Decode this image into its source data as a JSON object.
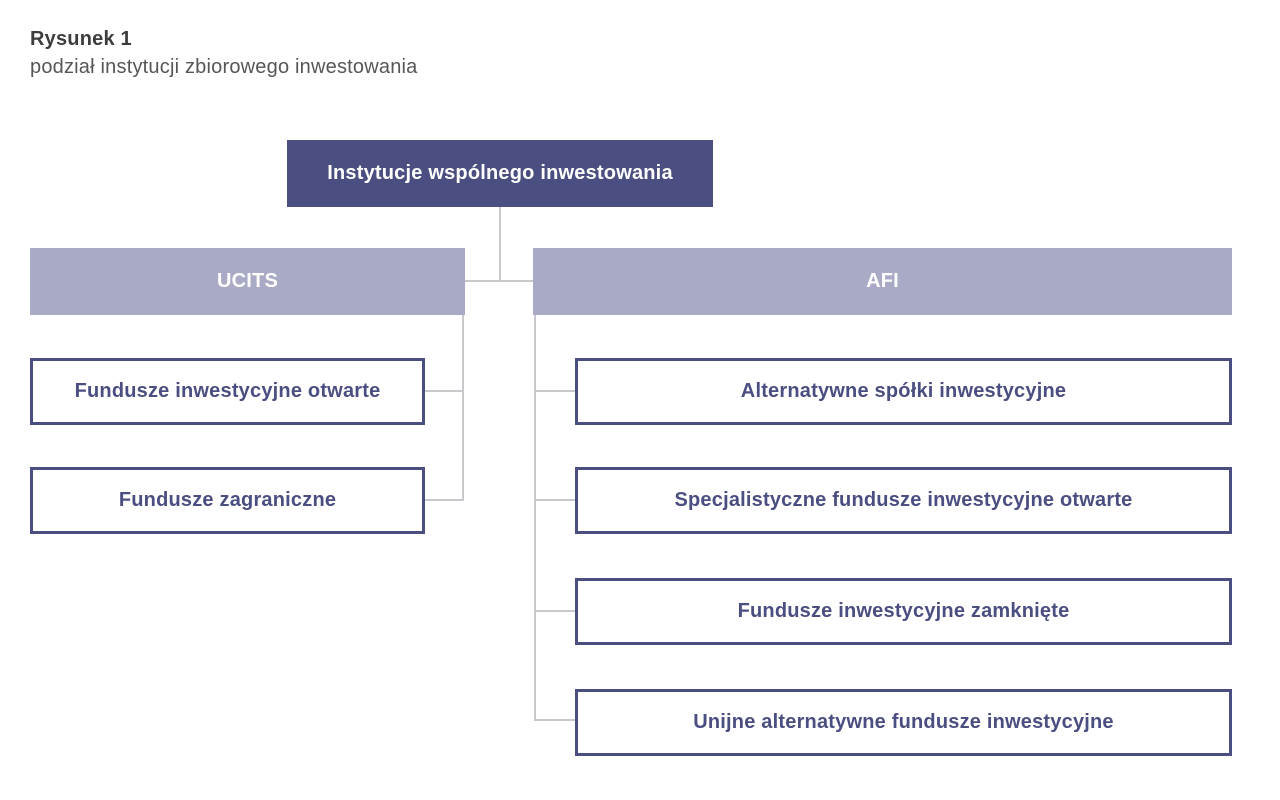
{
  "figure": {
    "label": "Rysunek 1",
    "caption": "podział instytucji zbiorowego inwestowania"
  },
  "colors": {
    "root_background": "#4b4e80",
    "branch_background": "#a9aac6",
    "leaf_border": "#4b4e80",
    "leaf_text": "#4b4e80",
    "connector": "#c8c8cd",
    "text_on_fill": "#ffffff",
    "caption_title": "#3d3d3f",
    "caption_subtitle": "#565658"
  },
  "chart_data": {
    "type": "hierarchy-diagram",
    "title": "Rysunek 1 — podział instytucji zbiorowego inwestowania",
    "root": {
      "label": "Instytucje wspólnego inwestowania"
    },
    "branches": [
      {
        "label": "UCITS",
        "children": [
          "Fundusze inwestycyjne otwarte",
          "Fundusze zagraniczne"
        ]
      },
      {
        "label": "AFI",
        "children": [
          "Alternatywne spółki inwestycyjne",
          "Specjalistyczne fundusze inwestycyjne otwarte",
          "Fundusze inwestycyjne zamknięte",
          "Unijne alternatywne fundusze inwestycyjne"
        ]
      }
    ]
  }
}
